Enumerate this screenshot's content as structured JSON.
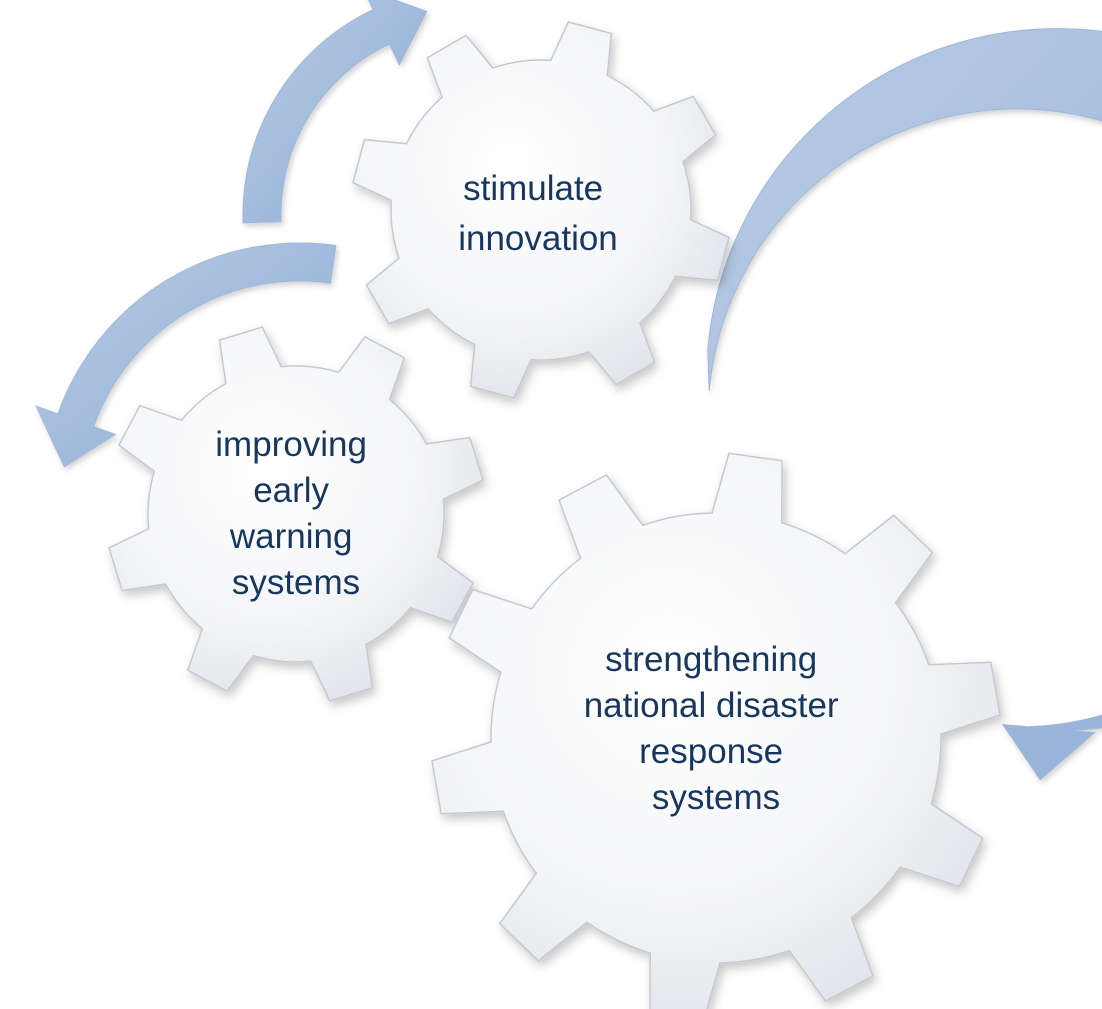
{
  "colors": {
    "gear_fill_light": "#ffffff",
    "gear_fill_dark": "#d9dde4",
    "gear_edge": "#c4c9d1",
    "arrow_light": "#b8cce4",
    "arrow_dark": "#8eaad6",
    "label_text": "#17375e"
  },
  "gears": [
    {
      "id": "stimulate",
      "lines": [
        "stimulate",
        "innovation"
      ]
    },
    {
      "id": "early-warning",
      "lines": [
        "improving",
        "early",
        "warning",
        "systems"
      ]
    },
    {
      "id": "disaster-response",
      "lines": [
        "strengthening",
        "national disaster",
        "response",
        "systems"
      ]
    }
  ],
  "arrows": [
    {
      "id": "top",
      "direction": "up"
    },
    {
      "id": "left",
      "direction": "down"
    },
    {
      "id": "right",
      "direction": "down"
    }
  ]
}
